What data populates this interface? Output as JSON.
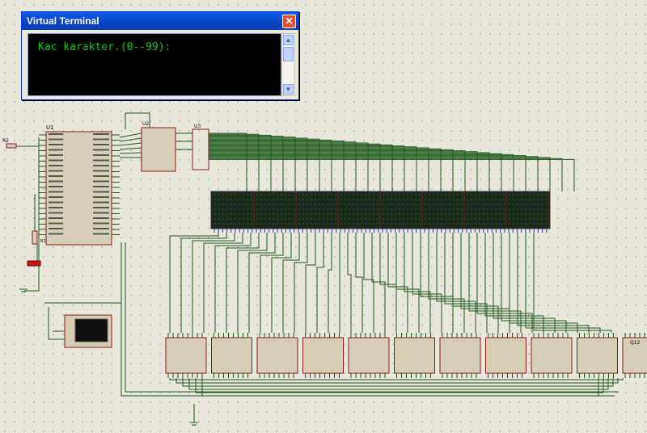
{
  "terminal": {
    "title": "Virtual Terminal",
    "close_glyph": "✕",
    "screen_text": "Kac karakter.(0--99):"
  },
  "schematic": {
    "labels": {
      "u1": "U1",
      "u2": "U2",
      "u3": "U3",
      "r2": "R2",
      "r1": "R1",
      "q12": "Q12"
    },
    "colors": {
      "wire": "#1c5a1c",
      "component_fill": "#d6cfb5",
      "component_border": "#8b1a1a",
      "matrix_fill": "#1a2a1a",
      "pin_mark": "#2040c0"
    }
  }
}
